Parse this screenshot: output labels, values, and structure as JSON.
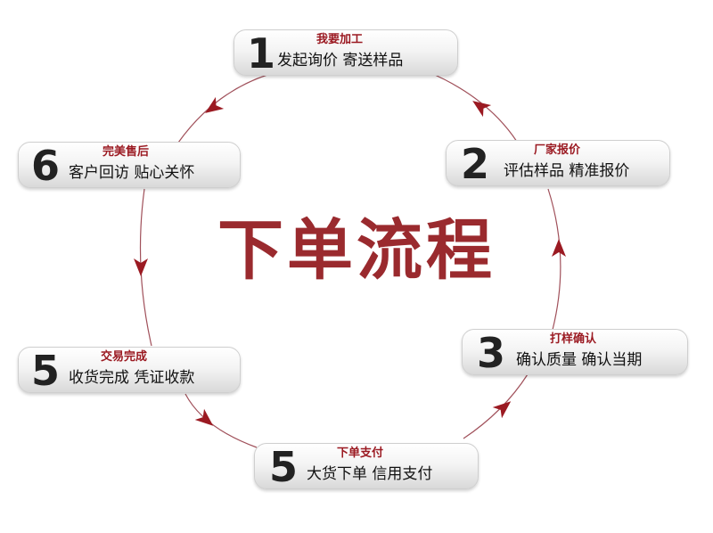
{
  "title": "下单流程",
  "colors": {
    "accent": "#9b1a22",
    "ring": "#a0505a",
    "title": "#9a2a2e"
  },
  "steps": [
    {
      "number": "1",
      "title": "我要加工",
      "subtitle": "发起询价  寄送样品"
    },
    {
      "number": "2",
      "title": "厂家报价",
      "subtitle": "评估样品  精准报价"
    },
    {
      "number": "3",
      "title": "打样确认",
      "subtitle": "确认质量    确认当期"
    },
    {
      "number": "5",
      "title": "下单支付",
      "subtitle": "大货下单  信用支付"
    },
    {
      "number": "5",
      "title": "交易完成",
      "subtitle": "收货完成  凭证收款"
    },
    {
      "number": "6",
      "title": "完美售后",
      "subtitle": "客户回访  贴心关怀"
    }
  ]
}
